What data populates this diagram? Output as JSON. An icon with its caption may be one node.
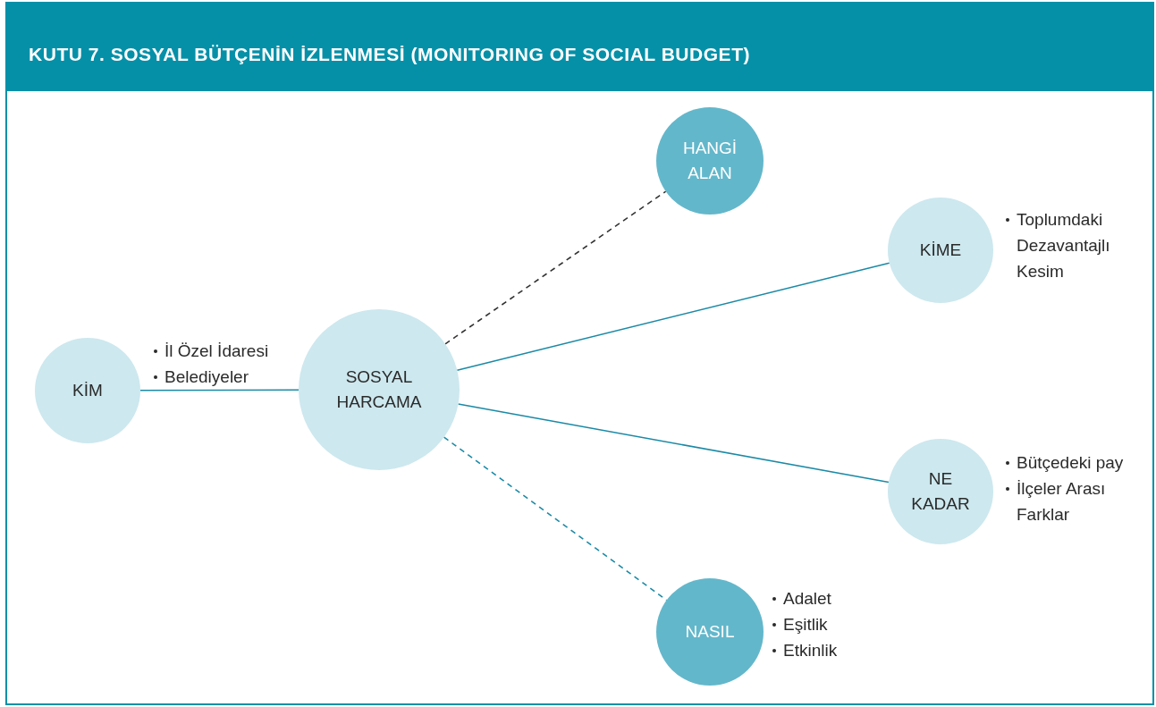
{
  "diagram": {
    "title": "KUTU 7. SOSYAL BÜTÇENİN İZLENMESİ (MONITORING OF SOCIAL BUDGET)",
    "nodes": [
      {
        "text": [
          "SOSYAL HARCAMA"
        ]
      },
      {
        "text": [
          "KİM"
        ],
        "beside": [
          "İl Özel İdaresi",
          "Belediyeler"
        ]
      },
      {
        "text": [
          "HANGİ ALAN"
        ]
      },
      {
        "text": [
          "KİME"
        ],
        "beside": [
          "Toplumdaki Dezavantajlı Kesim"
        ]
      },
      {
        "text": [
          "NE KADAR"
        ],
        "beside": [
          "Bütçedeki pay",
          "İlçeler Arası Farklar"
        ]
      },
      {
        "text": [
          "NASIL"
        ],
        "beside": [
          "Adalet",
          "Eşitlik",
          "Etkinlik"
        ]
      }
    ],
    "edges": [
      {
        "from": 1,
        "to": 0,
        "arrow": "none"
      },
      {
        "from": 0,
        "to": 2,
        "arrow": "none",
        "style": "dashed",
        "color": "#333333"
      },
      {
        "from": 0,
        "to": 3,
        "arrow": "none"
      },
      {
        "from": 0,
        "to": 4,
        "arrow": "none"
      },
      {
        "from": 0,
        "to": 5,
        "arrow": "none",
        "style": "dashed"
      }
    ]
  }
}
